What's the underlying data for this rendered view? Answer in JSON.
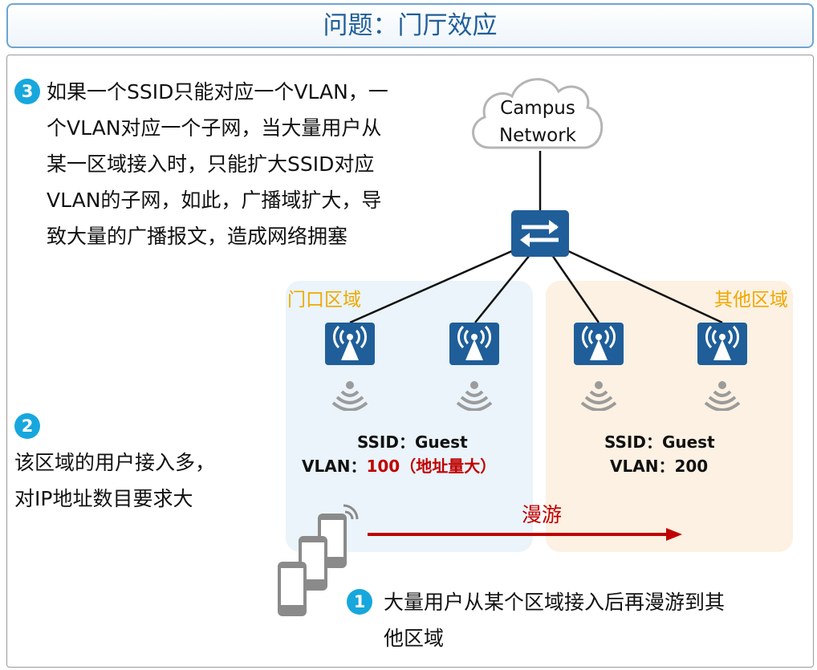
{
  "title": "问题：门厅效应",
  "point3": {
    "badge": "3",
    "lines": [
      "如果一个SSID只能对应一个VLAN，一",
      "个VLAN对应一个子网，当大量用户从",
      "某一区域接入时，只能扩大SSID对应",
      "VLAN的子网，如此，广播域扩大，导",
      "致大量的广播报文，造成网络拥塞"
    ]
  },
  "point2": {
    "badge": "2",
    "lines": [
      "该区域的用户接入多，",
      "对IP地址数目要求大"
    ]
  },
  "point1": {
    "badge": "1",
    "lines": [
      "大量用户从某个区域接入后再漫游到其",
      "他区域"
    ]
  },
  "cloud": {
    "line1": "Campus",
    "line2": "Network"
  },
  "zone_lobby": {
    "label": "门口区域",
    "ssid_label": "SSID：",
    "ssid_value": "Guest",
    "vlan_label": "VLAN：",
    "vlan_value": "100（地址量大）"
  },
  "zone_other": {
    "label": "其他区域",
    "ssid_label": "SSID：",
    "ssid_value": "Guest",
    "vlan_label": "VLAN：",
    "vlan_value": "200"
  },
  "roam_label": "漫游",
  "colors": {
    "accent": "#17a7dd",
    "title": "#1f5e99",
    "ap": "#1f5e99",
    "zone_label": "#f0a800",
    "roam": "#c00000"
  },
  "icons": [
    "cloud-icon",
    "switch-icon",
    "ap-icon",
    "wifi-signal-icon",
    "phone-icon"
  ]
}
